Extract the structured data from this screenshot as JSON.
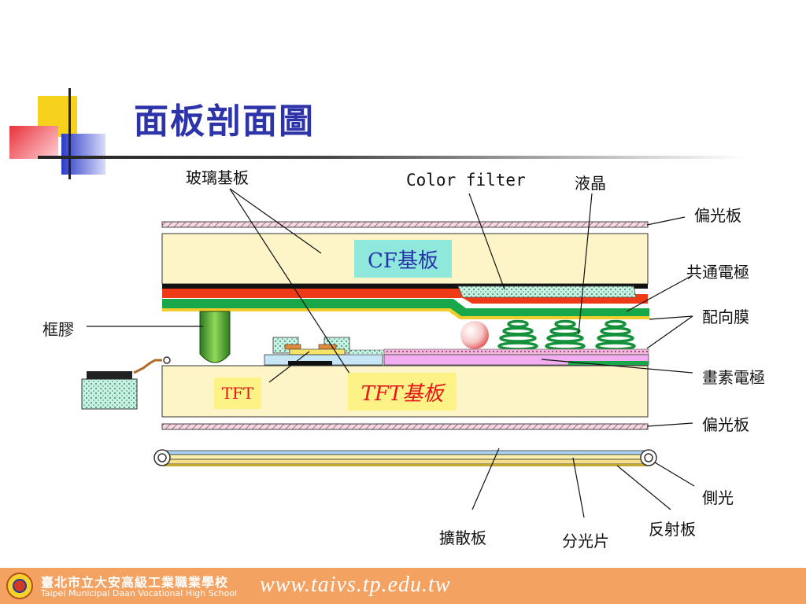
{
  "title": "面板剖面圖",
  "labels": {
    "glass_substrate": "玻璃基板",
    "color_filter": "Color filter",
    "liquid_crystal": "液晶",
    "polarizer_top": "偏光板",
    "common_electrode": "共通電極",
    "alignment_film": "配向膜",
    "sealant": "框膠",
    "pixel_electrode": "畫素電極",
    "polarizer_bottom": "偏光板",
    "tft": "TFT",
    "cf_substrate": "CF基板",
    "tft_substrate": "TFT基板",
    "side_light": "側光",
    "diffuser": "擴散板",
    "prism_sheet": "分光片",
    "reflector": "反射板"
  },
  "footer": {
    "school_zh": "臺北市立大安高級工業職業學校",
    "school_en": "Taipei Municipal Daan Vocational High School",
    "url": "www.taivs.tp.edu.tw"
  },
  "colors": {
    "title": "#2d33a8",
    "substrate": "#fdf5c8",
    "cf_label_bg": "#8fe8dc",
    "tft_label_bg": "#fcf286",
    "green_layer": "#18a84a",
    "red_layer": "#ee3a16",
    "footer_bg": "#f3a262"
  }
}
